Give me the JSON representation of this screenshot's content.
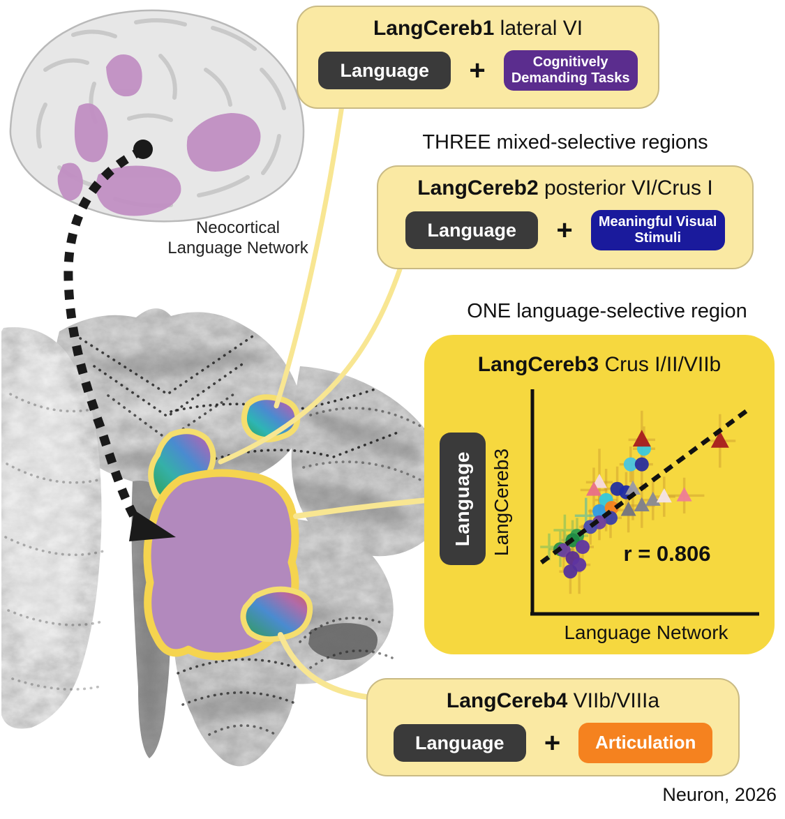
{
  "caption": "Neuron, 2026",
  "brain": {
    "label": "Neocortical Language Network"
  },
  "headings": {
    "mixed": "THREE mixed-selective regions",
    "selective": "ONE language-selective region"
  },
  "boxes": {
    "box1": {
      "name": "LangCereb1",
      "region": "lateral VI",
      "left_label": "Language",
      "plus": "+",
      "right_label": "Cognitively Demanding Tasks"
    },
    "box2": {
      "name": "LangCereb2",
      "region": "posterior VI/Crus I",
      "left_label": "Language",
      "plus": "+",
      "right_label": "Meaningful Visual Stimuli"
    },
    "box3": {
      "name": "LangCereb3",
      "region": "Crus I/II/VIIb",
      "side_label": "Language"
    },
    "box4": {
      "name": "LangCereb4",
      "region": "VIIb/VIIIa",
      "left_label": "Language",
      "plus": "+",
      "right_label": "Articulation"
    }
  },
  "colors": {
    "panel_light_yellow": "#FAE9A3",
    "panel_gold": "#F6D83F",
    "connector_yellow": "#F8E692",
    "region_outline_yellow": "#F5DE6E",
    "dark_button": "#3A3A3A",
    "purple_button": "#5B2D8E",
    "blue_button": "#1A1A9C",
    "orange_button": "#F5821F",
    "brain_highlight_purple": "#C18FC3",
    "cerebellum_region_purple": "#B289BD",
    "rainbow_gradient": [
      "#2F9E4F",
      "#2EB5B5",
      "#4A8BD0",
      "#9B6BB8",
      "#E87286"
    ]
  },
  "chart_data": {
    "type": "scatter",
    "title": "",
    "xlabel": "Language Network",
    "ylabel": "LangCereb3",
    "annotation": "r = 0.806",
    "xlim": [
      0,
      1
    ],
    "ylim": [
      0,
      1
    ],
    "axes_note": "axes have no tick labels; point coordinates are normalized 0-1 as read from the plot",
    "grid": false,
    "legend": false,
    "trend_line": {
      "x1": 0.04,
      "y1": 0.23,
      "x2": 0.96,
      "y2": 0.91,
      "style": "dashed",
      "color": "#111111"
    },
    "points": [
      {
        "x": 0.5,
        "y": 0.74,
        "shape": "circle",
        "color": "#3BC8DC",
        "err": [
          0.05,
          0.1
        ]
      },
      {
        "x": 0.44,
        "y": 0.67,
        "shape": "circle",
        "color": "#49C6E0",
        "err": [
          0.05,
          0.08
        ]
      },
      {
        "x": 0.49,
        "y": 0.67,
        "shape": "circle",
        "color": "#2B2F9E",
        "err": [
          0.05,
          0.12
        ]
      },
      {
        "x": 0.38,
        "y": 0.56,
        "shape": "circle",
        "color": "#23309F",
        "err": [
          0.06,
          0.1
        ]
      },
      {
        "x": 0.42,
        "y": 0.545,
        "shape": "circle",
        "color": "#1D2BA8",
        "err": [
          0.05,
          0.09
        ]
      },
      {
        "x": 0.33,
        "y": 0.51,
        "shape": "circle",
        "color": "#35C8DC",
        "err": [
          0.05,
          0.14
        ]
      },
      {
        "x": 0.3,
        "y": 0.46,
        "shape": "circle",
        "color": "#2E9BE8",
        "err": [
          0.05,
          0.08
        ]
      },
      {
        "x": 0.355,
        "y": 0.475,
        "shape": "circle",
        "color": "#F5821F",
        "err": [
          0.04,
          0.07
        ]
      },
      {
        "x": 0.35,
        "y": 0.43,
        "shape": "circle",
        "color": "#3A3FA8",
        "err": [
          0.05,
          0.09
        ]
      },
      {
        "x": 0.3,
        "y": 0.41,
        "shape": "circle",
        "color": "#6C3FA0",
        "err": [
          0.05,
          0.08
        ]
      },
      {
        "x": 0.26,
        "y": 0.39,
        "shape": "circle",
        "color": "#4A4AB0",
        "err": [
          0.05,
          0.08
        ]
      },
      {
        "x": 0.2,
        "y": 0.35,
        "shape": "circle",
        "color": "#2F9E4F",
        "err": [
          0.05,
          0.08
        ],
        "err_color": "#6FAF5E"
      },
      {
        "x": 0.18,
        "y": 0.33,
        "shape": "circle",
        "color": "#1F8A44",
        "err": [
          0.05,
          0.09
        ],
        "err_color": "#6FAF5E"
      },
      {
        "x": 0.125,
        "y": 0.29,
        "shape": "circle",
        "color": "#2E9147",
        "err": [
          0.05,
          0.08
        ],
        "err_color": "#6FAF5E"
      },
      {
        "x": 0.14,
        "y": 0.285,
        "shape": "circle",
        "color": "#6C3FA0",
        "err": [
          0.05,
          0.09
        ]
      },
      {
        "x": 0.225,
        "y": 0.3,
        "shape": "circle",
        "color": "#5E35A1",
        "err": [
          0.05,
          0.1
        ]
      },
      {
        "x": 0.18,
        "y": 0.25,
        "shape": "circle",
        "color": "#5B2D91",
        "err": [
          0.04,
          0.08
        ]
      },
      {
        "x": 0.21,
        "y": 0.22,
        "shape": "circle",
        "color": "#5E35A1",
        "err": [
          0.05,
          0.13
        ]
      },
      {
        "x": 0.17,
        "y": 0.19,
        "shape": "circle",
        "color": "#55309B",
        "err": [
          0.05,
          0.1
        ]
      },
      {
        "x": 0.49,
        "y": 0.78,
        "shape": "triangle",
        "color": "#A8201F",
        "err": [
          0.06,
          0.13
        ],
        "size": 13
      },
      {
        "x": 0.3,
        "y": 0.59,
        "shape": "triangle",
        "color": "#F6D9DE",
        "err": [
          0.06,
          0.15
        ]
      },
      {
        "x": 0.275,
        "y": 0.555,
        "shape": "triangle",
        "color": "#E87286",
        "err": [
          0.06,
          0.1
        ]
      },
      {
        "x": 0.45,
        "y": 0.56,
        "shape": "triangle",
        "color": "#9A9AA6",
        "err": [
          0.06,
          0.14
        ]
      },
      {
        "x": 0.49,
        "y": 0.485,
        "shape": "triangle",
        "color": "#80808C",
        "err": [
          0.06,
          0.1
        ]
      },
      {
        "x": 0.54,
        "y": 0.51,
        "shape": "triangle",
        "color": "#8A8A94",
        "err": [
          0.06,
          0.09
        ]
      },
      {
        "x": 0.43,
        "y": 0.465,
        "shape": "triangle",
        "color": "#76767F",
        "err": [
          0.06,
          0.1
        ]
      },
      {
        "x": 0.59,
        "y": 0.525,
        "shape": "triangle",
        "color": "#F4E3E6",
        "err": [
          0.05,
          0.09
        ]
      },
      {
        "x": 0.68,
        "y": 0.53,
        "shape": "triangle",
        "color": "#EE7F95",
        "err": [
          0.09,
          0.08
        ]
      },
      {
        "x": 0.84,
        "y": 0.775,
        "shape": "triangle",
        "color": "#A8201F",
        "err": [
          0.07,
          0.12
        ],
        "size": 13
      },
      {
        "x": 0.145,
        "y": 0.375,
        "shape": "errbar",
        "color": "#7FBF5E",
        "err": [
          0.05,
          0.07
        ],
        "err_color": "#7FBF5E"
      },
      {
        "x": 0.075,
        "y": 0.3,
        "shape": "errbar",
        "color": "#7FBF5E",
        "err": [
          0.04,
          0.06
        ],
        "err_color": "#7FBF5E"
      },
      {
        "x": 0.24,
        "y": 0.44,
        "shape": "errbar",
        "color": "#4FB9A8",
        "err": [
          0.05,
          0.08
        ],
        "err_color": "#4FB9A8"
      }
    ]
  }
}
